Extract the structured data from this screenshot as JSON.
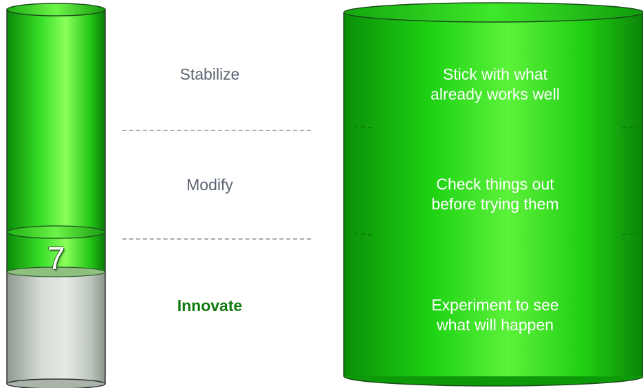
{
  "gauge": {
    "value": "7"
  },
  "levels": [
    {
      "label": "Stabilize",
      "description_lines": [
        "Stick with what",
        "already works well"
      ]
    },
    {
      "label": "Modify",
      "description_lines": [
        "Check things out",
        "before trying them"
      ]
    },
    {
      "label": "Innovate",
      "description_lines": [
        "Experiment to see",
        "what will happen"
      ]
    }
  ],
  "active_level": "Innovate",
  "colors": {
    "green_light": "#7dff4a",
    "green": "#22dd11",
    "green_dark": "#0a8a08",
    "gray_fill": "#c8d2c8",
    "active_text": "#117a11",
    "inactive_text": "#5b6472"
  }
}
